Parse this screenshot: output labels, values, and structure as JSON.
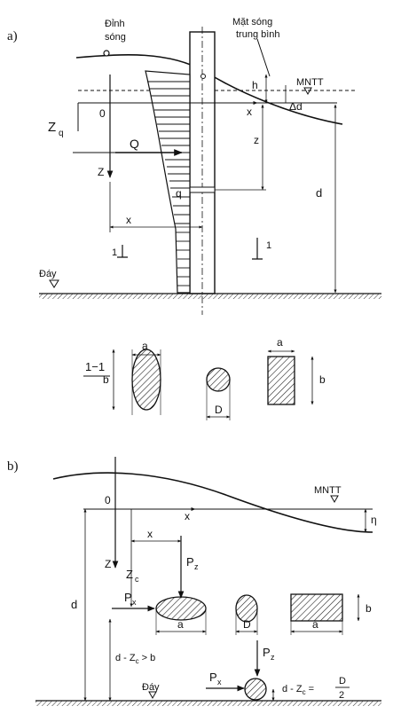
{
  "panel_a": {
    "label": "a)",
    "wave_crest": [
      "Đỉnh",
      "sóng"
    ],
    "mean_wave_surface": [
      "Mặt sóng",
      "trung bình"
    ],
    "mntt": "MNTT",
    "h": "h",
    "delta_d": "Δd",
    "origin": "0",
    "x_axis": "x",
    "zq": "Z",
    "zq_sub": "q",
    "force_q": "Q",
    "z_axis": "Z",
    "z_small": "z",
    "q_small": "q",
    "x_dist": "x",
    "depth": "d",
    "section_mark": "1",
    "bottom": "Đáy"
  },
  "section": {
    "label": "1−1",
    "ellipse": {
      "width": "a",
      "height": "b"
    },
    "circle": {
      "diameter": "D"
    },
    "rect": {
      "width": "a",
      "height": "b"
    }
  },
  "panel_b": {
    "label": "b)",
    "mntt": "MNTT",
    "eta": "η",
    "origin": "0",
    "x_axis": "x",
    "x_dist": "x",
    "z_axis": "Z",
    "zc": "Z",
    "zc_sub": "c",
    "pz": "P",
    "pz_sub": "z",
    "px": "P",
    "px_sub": "x",
    "depth": "d",
    "ellipse_width": "a",
    "circle_diameter": "D",
    "rect_width": "a",
    "rect_height": "b",
    "condition_left": "d - Z",
    "condition_left_sub": "c",
    "condition_left_rest": " > b",
    "bottom": "Đáy",
    "condition_right": "d - Z",
    "condition_right_sub": "c",
    "condition_right_eq": " =",
    "condition_right_num": "D",
    "condition_right_den": "2",
    "pz2": "P",
    "pz2_sub": "z",
    "px2": "P",
    "px2_sub": "x"
  }
}
